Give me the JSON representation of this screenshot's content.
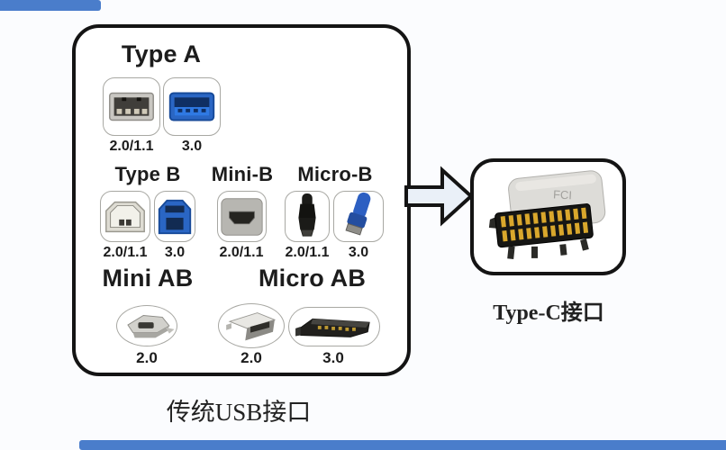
{
  "colors": {
    "accent_blue": "#4a7dcb",
    "usb3_blue": "#2a66c4",
    "box_border": "#141414"
  },
  "traditional": {
    "caption": "传统USB接口",
    "type_a": {
      "title": "Type A",
      "v20_label": "2.0/1.1",
      "v30_label": "3.0"
    },
    "type_b": {
      "title": "Type B",
      "v20_label": "2.0/1.1",
      "v30_label": "3.0"
    },
    "mini_b": {
      "title": "Mini-B",
      "v20_label": "2.0/1.1"
    },
    "micro_b": {
      "title": "Micro-B",
      "v20_label": "2.0/1.1",
      "v30_label": "3.0"
    },
    "mini_ab": {
      "title": "Mini AB",
      "v20_label": "2.0"
    },
    "micro_ab": {
      "title": "Micro AB",
      "v20_label": "2.0",
      "v30_label": "3.0"
    }
  },
  "type_c": {
    "caption": "Type-C接口",
    "marking": "FCI"
  }
}
